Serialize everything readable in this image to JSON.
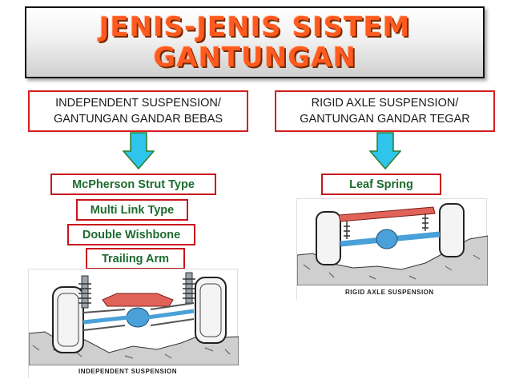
{
  "title": {
    "line1": "JENIS-JENIS SISTEM",
    "line2": "GANTUNGAN"
  },
  "left": {
    "category_line1": "INDEPENDENT SUSPENSION/",
    "category_line2": "GANTUNGAN GANDAR BEBAS",
    "types": [
      "McPherson Strut Type",
      "Multi Link Type",
      "Double Wishbone",
      "Trailing Arm"
    ],
    "figure_caption": "INDEPENDENT SUSPENSION"
  },
  "right": {
    "category_line1": "RIGID AXLE SUSPENSION/",
    "category_line2": "GANTUNGAN GANDAR TEGAR",
    "types": [
      "Leaf Spring"
    ],
    "figure_caption": "RIGID AXLE SUSPENSION"
  },
  "colors": {
    "title_orange": "#ff5a1f",
    "box_border_red": "#d62020",
    "type_text_green": "#1d6b2f",
    "arrow_cyan": "#2ec4ec",
    "arrow_outline": "#2a7d2a",
    "frame_red": "#e0635a",
    "axle_blue": "#4aa0d8",
    "spring_gray": "#9aa3ad"
  }
}
